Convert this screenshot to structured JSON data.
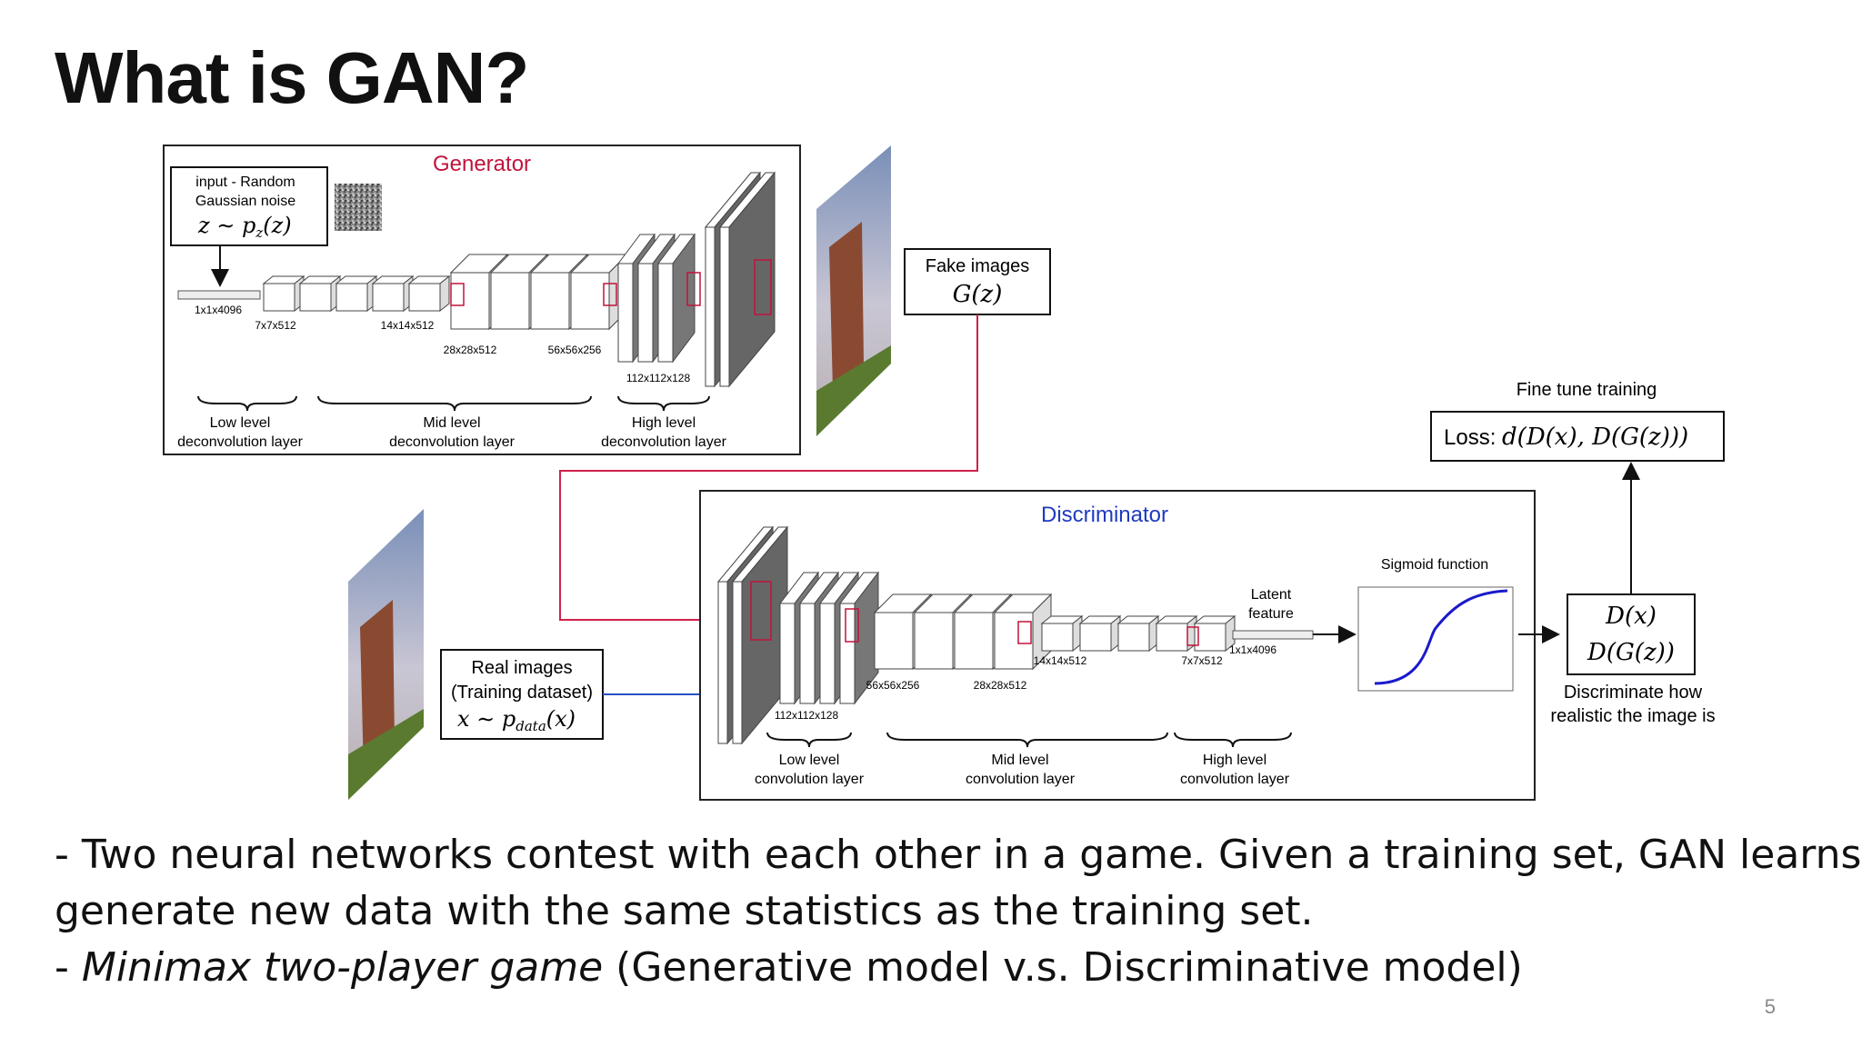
{
  "slide": {
    "title": "What is GAN?",
    "page_number": "5",
    "bullets": {
      "line1": "- Two neural networks contest with each other in a game. Given a training set, GAN learns to",
      "line2": "generate new data with the same statistics as the training set.",
      "line3_prefix": "- ",
      "line3_italic": "Minimax two-player game",
      "line3_rest": " (Generative model v.s. Discriminative model)"
    }
  },
  "generator": {
    "title": "Generator",
    "title_color": "#c0143c",
    "input_line1": "input - Random",
    "input_line2": "Gaussian noise",
    "input_math": "z ∼ p",
    "input_math_sub": "z",
    "input_math_tail": "(z)",
    "dims": [
      "1x1x4096",
      "7x7x512",
      "14x14x512",
      "28x28x512",
      "56x56x256",
      "112x112x128"
    ],
    "low_label_1": "Low level",
    "low_label_2": "deconvolution  layer",
    "mid_label_1": "Mid level",
    "mid_label_2": "deconvolution  layer",
    "high_label_1": "High level",
    "high_label_2": "deconvolution  layer"
  },
  "fake_images": {
    "label": "Fake images",
    "math": "G(z)"
  },
  "real_images": {
    "line1": "Real images",
    "line2": "(Training dataset)",
    "math": "x ∼ p",
    "math_sub": "data",
    "math_tail": "(x)"
  },
  "discriminator": {
    "title": "Discriminator",
    "title_color": "#1f3bbf",
    "dims": [
      "112x112x128",
      "56x56x256",
      "28x28x512",
      "14x14x512",
      "7x7x512",
      "1x1x4096"
    ],
    "latent_1": "Latent",
    "latent_2": "feature",
    "sigmoid_title": "Sigmoid function",
    "low_label_1": "Low level",
    "low_label_2": "convolution  layer",
    "mid_label_1": "Mid level",
    "mid_label_2": "convolution  layer",
    "high_label_1": "High level",
    "high_label_2": "convolution  layer"
  },
  "output": {
    "line1": "D(x)",
    "line2": "D(G(z))",
    "caption_1": "Discriminate how",
    "caption_2": "realistic the image is"
  },
  "loss": {
    "title": "Fine tune training",
    "prefix": "Loss: ",
    "math": "d(D(x), D(G(z)))"
  },
  "colors": {
    "fake_arrow": "#d0204a",
    "real_arrow": "#2a4fc4",
    "sigmoid_curve": "#1a1acc"
  }
}
